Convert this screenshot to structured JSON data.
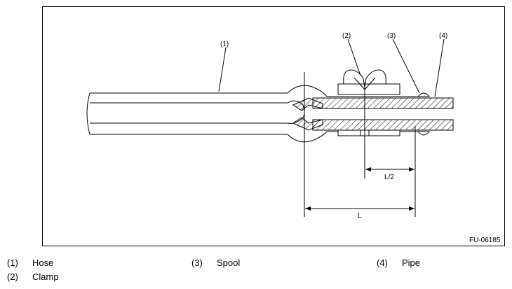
{
  "figure": {
    "code": "FU-06185",
    "callouts": [
      "(1)",
      "(2)",
      "(3)",
      "(4)"
    ],
    "dimensions": {
      "half_length": "L/2",
      "length": "L"
    }
  },
  "legend": [
    {
      "num": "(1)",
      "label": "Hose"
    },
    {
      "num": "(2)",
      "label": "Clamp"
    },
    {
      "num": "(3)",
      "label": "Spool"
    },
    {
      "num": "(4)",
      "label": "Pipe"
    }
  ]
}
